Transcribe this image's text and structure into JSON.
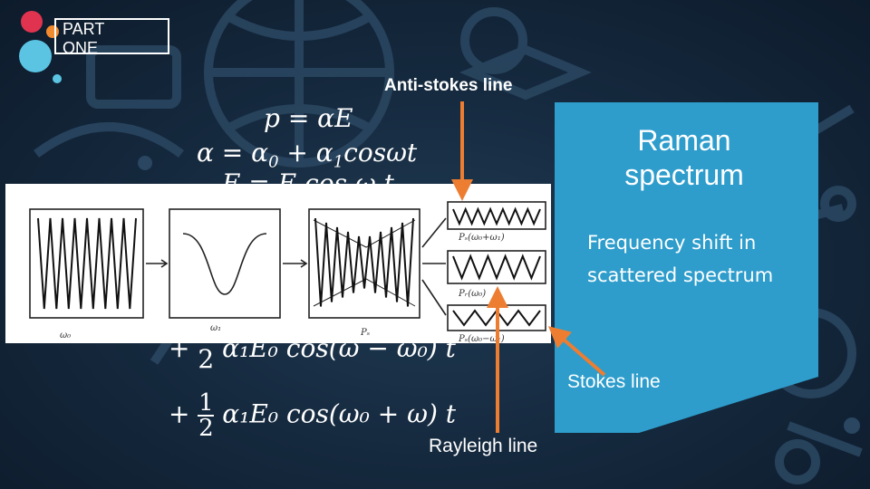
{
  "section": {
    "line1": "PART",
    "line2": "ONE"
  },
  "labels": {
    "anti_stokes": "Anti-stokes line",
    "stokes": "Stokes line",
    "rayleigh": "Rayleigh line"
  },
  "panel": {
    "title_line1": "Raman",
    "title_line2": "spectrum",
    "text_line1": "Frequency shift in",
    "text_line2": "scattered spectrum"
  },
  "equations": {
    "eq1": "p = αE",
    "eq2_main": "α = α",
    "eq2_sub0": "0",
    "eq2_plus": " + α",
    "eq2_sub1": "1",
    "eq2_tail": "cosωt",
    "eq3_partial": "E = E cos ω t",
    "eq4_plus": "+",
    "eq4_frac_den": "2",
    "eq4_body": "α₁E₀ cos(ω − ω₀) t",
    "eq5_plus": "+",
    "eq5_frac_num": "1",
    "eq5_frac_den": "2",
    "eq5_body": "α₁E₀ cos(ω₀ + ω) t"
  },
  "diagram": {
    "label_input": "ω₀",
    "label_mod": "ω₁",
    "label_out": "Pₛ",
    "label_top": "Pₛ(ω₀+ω₁)",
    "label_mid": "Pᵣ(ω₀)",
    "label_bot": "Pₛ(ω₀−ω₁)"
  },
  "colors": {
    "background": "#15293e",
    "panel": "#2e9dcc",
    "arrow": "#ed7d31",
    "dot_red": "#e0334f",
    "dot_blue": "#5bc4e3",
    "dot_orange": "#f28a2e"
  }
}
